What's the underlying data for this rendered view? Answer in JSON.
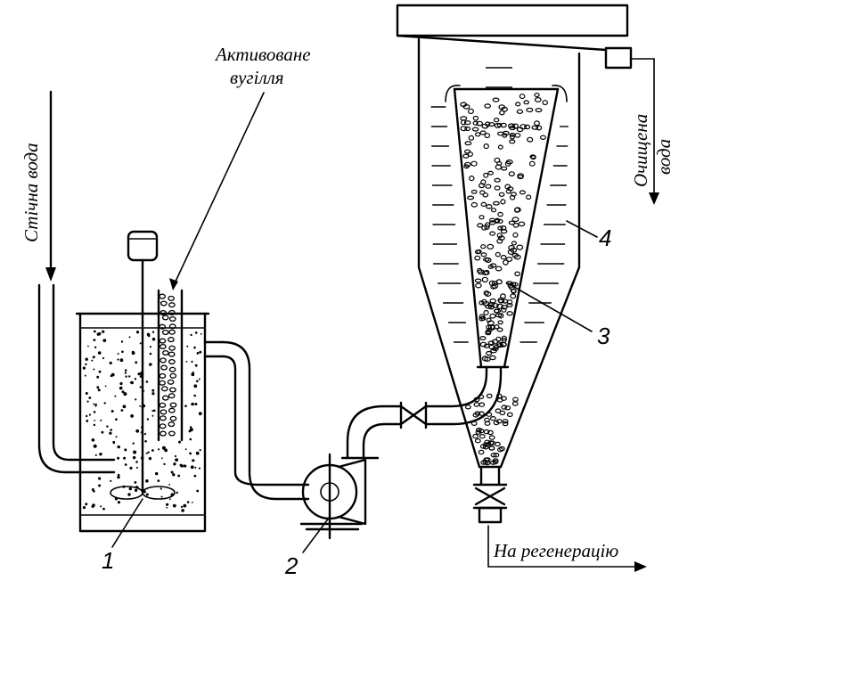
{
  "labels": {
    "wastewater": "Стічна вода",
    "carbon_line1": "Активоване",
    "carbon_line2": "вугілля",
    "purified_line1": "Очищена",
    "purified_line2": "вода",
    "regeneration": "На регенерацію"
  },
  "numbers": {
    "n1": "1",
    "n2": "2",
    "n3": "3",
    "n4": "4"
  }
}
